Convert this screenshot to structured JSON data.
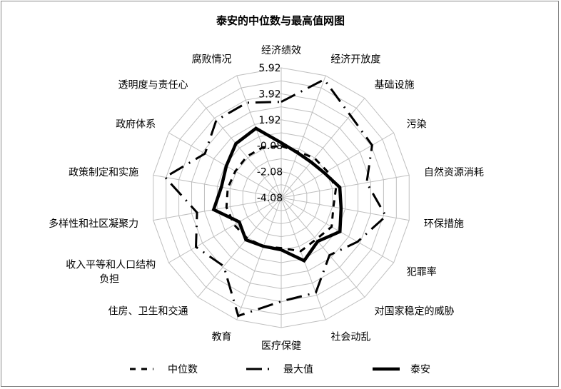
{
  "chart_data": {
    "type": "radar",
    "title": "泰安的中位数与最高值网图",
    "axes": [
      "经济绩效",
      "经济开放度",
      "基础设施",
      "污染",
      "自然资源消耗",
      "环保措施",
      "犯罪率",
      "对国家稳定的威胁",
      "社会动乱",
      "医疗保健",
      "教育",
      "住房、卫生和交通",
      "收入平等和人口结构负担",
      "多样性和社区凝聚力",
      "政策制定和实施",
      "政府体系",
      "透明度与责任心",
      "腐败情况"
    ],
    "axis_label_lines": [
      [
        "经济绩效"
      ],
      [
        "经济开放度"
      ],
      [
        "基础设施"
      ],
      [
        "污染"
      ],
      [
        "自然资源消耗"
      ],
      [
        "环保措施"
      ],
      [
        "犯罪率"
      ],
      [
        "对国家稳定的威胁"
      ],
      [
        "社会动乱"
      ],
      [
        "医疗保健"
      ],
      [
        "教育"
      ],
      [
        "住房、卫生和交通"
      ],
      [
        "收入平等和人口结构",
        "负担"
      ],
      [
        "多样性和社区凝聚力"
      ],
      [
        "政策制定和实施"
      ],
      [
        "政府体系"
      ],
      [
        "透明度与责任心"
      ],
      [
        "腐败情况"
      ]
    ],
    "rlim": [
      -4.08,
      5.92
    ],
    "ticks": [
      -4.08,
      -2.08,
      -0.08,
      1.92,
      3.92,
      5.92
    ],
    "tick_labels": [
      "-4.08",
      "-2.08",
      "-0.08",
      "1.92",
      "3.92",
      "5.92"
    ],
    "grid": true,
    "legend_position": "bottom",
    "series": [
      {
        "name": "中位数",
        "style": "dashed",
        "values": [
          -0.1,
          -0.3,
          -0.1,
          0.0,
          0.2,
          0.0,
          0.4,
          0.1,
          0.3,
          -0.2,
          -0.1,
          0.0,
          0.1,
          0.2,
          0.1,
          0.0,
          0.05,
          0.05
        ]
      },
      {
        "name": "最大值",
        "style": "dash-dot",
        "values": [
          3.3,
          5.6,
          4.2,
          4.0,
          2.6,
          4.1,
          2.7,
          1.7,
          3.7,
          3.9,
          5.6,
          2.8,
          3.5,
          2.5,
          5.0,
          2.7,
          3.7,
          3.7
        ]
      },
      {
        "name": "泰安",
        "style": "solid-thick",
        "values": [
          0.15,
          -0.4,
          -0.5,
          -0.25,
          0.5,
          0.6,
          1.14,
          0.3,
          1.08,
          -0.07,
          -0.1,
          0.15,
          -0.35,
          1.2,
          0.6,
          0.8,
          1.35,
          1.6
        ]
      }
    ],
    "colors": {
      "series": "#000000",
      "grid": "#bfbfbf"
    }
  }
}
